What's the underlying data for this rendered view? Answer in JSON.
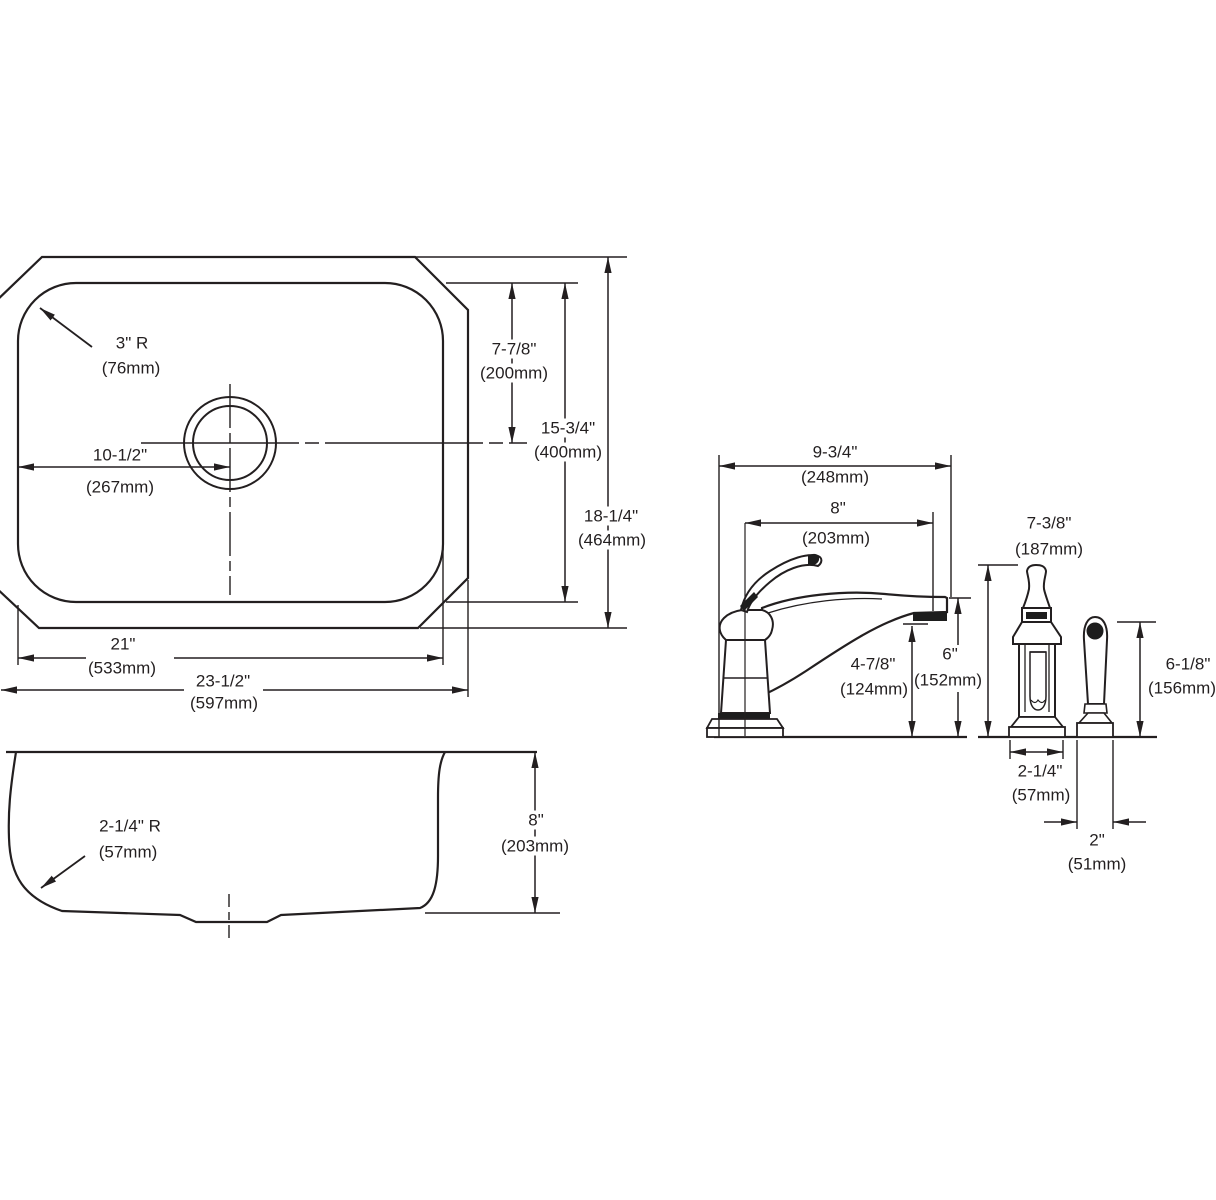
{
  "colors": {
    "line": "#231f20",
    "background": "#ffffff",
    "fill_dark": "#1d1d1d"
  },
  "drawing": {
    "plan_view": {
      "corner_radius": {
        "l1": "3\" R",
        "l2": "(76mm)"
      },
      "drain_offset": {
        "l1": "10-1/2\"",
        "l2": "(267mm)"
      },
      "rim_to_drain": {
        "l1": "7-7/8\"",
        "l2": "(200mm)"
      },
      "bowl_front_back": {
        "l1": "15-3/4\"",
        "l2": "(400mm)"
      },
      "overall_front_back": {
        "l1": "18-1/4\"",
        "l2": "(464mm)"
      },
      "bowl_left_right": {
        "l1": "21\"",
        "l2": "(533mm)"
      },
      "overall_left_right": {
        "l1": "23-1/2\"",
        "l2": "(597mm)"
      }
    },
    "side_view": {
      "bowl_depth": {
        "l1": "8\"",
        "l2": "(203mm)"
      },
      "bottom_radius": {
        "l1": "2-1/4\" R",
        "l2": "(57mm)"
      }
    },
    "faucet_view": {
      "overall_reach": {
        "l1": "9-3/4\"",
        "l2": "(248mm)"
      },
      "spout_reach": {
        "l1": "8\"",
        "l2": "(203mm)"
      },
      "spout_outlet_height": {
        "l1": "4-7/8\"",
        "l2": "(124mm)"
      },
      "spout_tip_height": {
        "l1": "6\"",
        "l2": "(152mm)"
      },
      "faucet_height": {
        "l1": "7-3/8\"",
        "l2": "(187mm)"
      },
      "faucet_base_width": {
        "l1": "2-1/4\"",
        "l2": "(57mm)"
      },
      "sprayer_height": {
        "l1": "6-1/8\"",
        "l2": "(156mm)"
      },
      "sprayer_base_width": {
        "l1": "2\"",
        "l2": "(51mm)"
      }
    }
  }
}
